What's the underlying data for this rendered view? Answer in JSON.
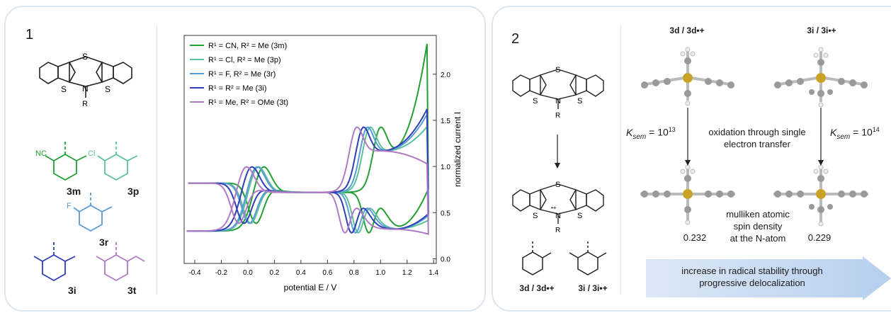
{
  "panel1": {
    "label": "1",
    "substituents": [
      {
        "code": "3m",
        "label": "3m",
        "sub_text": "NC",
        "color": "#22a033"
      },
      {
        "code": "3p",
        "label": "3p",
        "sub_text": "Cl",
        "color": "#5cc19a"
      },
      {
        "code": "3r",
        "label": "3r",
        "sub_text": "F",
        "color": "#5a9bd5"
      },
      {
        "code": "3i",
        "label": "3i",
        "sub_text": "",
        "color": "#2f3fb6"
      },
      {
        "code": "3t",
        "label": "3t",
        "sub_text": "",
        "color": "#b07ac4"
      }
    ],
    "core_atoms": {
      "s_top": "S",
      "s_left": "S",
      "s_right": "S",
      "n": "N",
      "r": "R"
    }
  },
  "chart_data": {
    "type": "line",
    "xlabel": "potential E / V",
    "ylabel": "normalized current I",
    "xlim": [
      -0.48,
      1.42
    ],
    "ylim": [
      -0.05,
      2.42
    ],
    "xticks": [
      -0.4,
      -0.2,
      0.0,
      0.2,
      0.4,
      0.6,
      0.8,
      1.0,
      1.2,
      1.4
    ],
    "xtick_labels": [
      "-0.4",
      "-0.2",
      "0.0",
      "0.2",
      "0.4",
      "0.6",
      "0.8",
      "1.0",
      "1.2",
      "1.4"
    ],
    "yticks": [
      0.0,
      0.5,
      1.0,
      1.5,
      2.0
    ],
    "ytick_labels": [
      "0.0",
      "0.5",
      "1.0",
      "1.5",
      "2.0"
    ],
    "legend": "top-left",
    "series": [
      {
        "name": "R1 = CN, R2 = Me (3m)",
        "legend": "R¹ = CN, R² = Me (3m)",
        "color": "#22a033",
        "shift": 0.11,
        "shift2": 0.13,
        "tail": 2.45
      },
      {
        "name": "R1 = Cl, R2 = Me (3p)",
        "legend": "R¹ =  Cl, R² = Me (3p)",
        "color": "#5cc19a",
        "shift": 0.07,
        "shift2": 0.05,
        "tail": 1.48
      },
      {
        "name": "R1 = F, R2 = Me (3r)",
        "legend": "R¹ =  F, R² = Me (3r)",
        "color": "#5a9bd5",
        "shift": 0.06,
        "shift2": 0.03,
        "tail": 1.62
      },
      {
        "name": "R1 = R2 = Me (3i)",
        "legend": "R¹ = R² =  Me (3i)",
        "color": "#2f3fb6",
        "shift": 0.02,
        "shift2": 0.0,
        "tail": 1.68
      },
      {
        "name": "R1 = Me, R2 = OMe (3t)",
        "legend": "R¹ =  Me, R² = OMe (3t)",
        "color": "#b07ac4",
        "shift": -0.02,
        "shift2": -0.05,
        "tail": 1.05
      }
    ]
  },
  "panel2": {
    "label": "2",
    "pair_3d": "3d / 3d•+",
    "pair_3i": "3i / 3i•+",
    "k_left_prefix": "K",
    "k_sub": "sem",
    "k_left_value": " = 10",
    "k_left_exp": "13",
    "k_right_exp": "14",
    "oxidation_text": "oxidation through single electron transfer",
    "oxidation_line1": "oxidation through single",
    "oxidation_line2": "electron transfer",
    "spin_line1": "mulliken atomic",
    "spin_line2": "spin density",
    "spin_line3": "at the N-atom",
    "spin_left": "0.232",
    "spin_right": "0.229",
    "banner_line1": "increase in radical stability through",
    "banner_line2": "progressive delocalization",
    "radical_mark": "•+"
  }
}
